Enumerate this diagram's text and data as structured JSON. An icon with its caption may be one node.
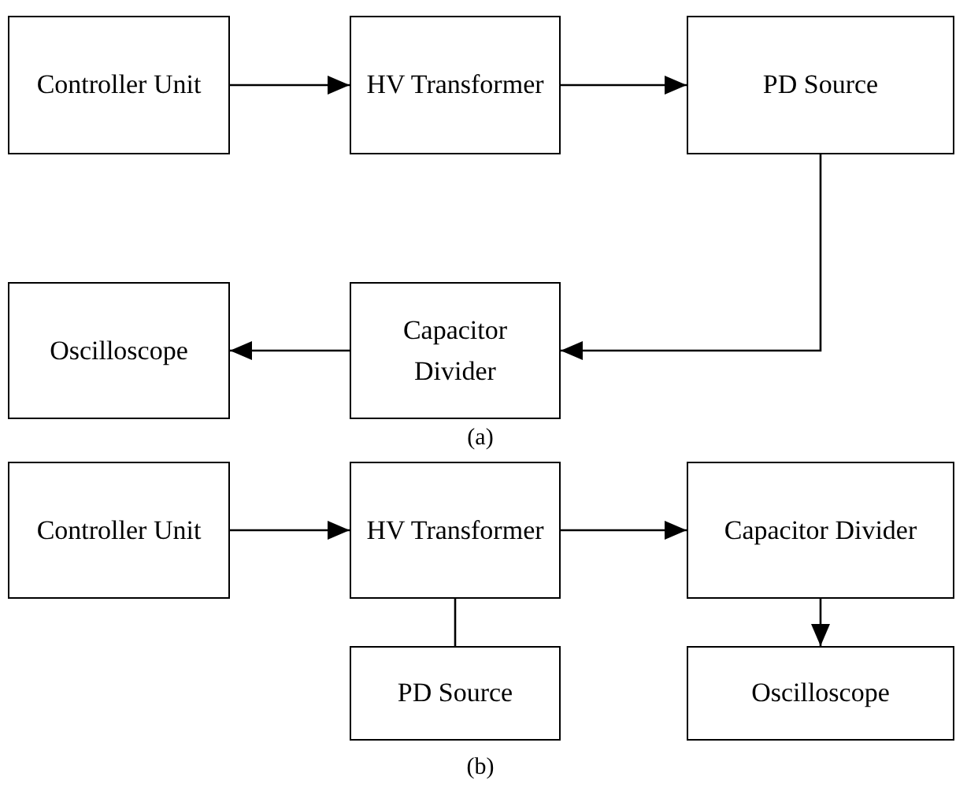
{
  "diagram": {
    "nodes": [
      {
        "text": [
          "Controller Unit"
        ]
      },
      {
        "text": [
          "HV Transformer"
        ]
      },
      {
        "text": [
          "PD Source"
        ]
      },
      {
        "text": [
          "Oscilloscope"
        ]
      },
      {
        "text": [
          "Capacitor Divider"
        ]
      },
      {
        "text": [
          "Controller Unit"
        ]
      },
      {
        "text": [
          "HV Transformer"
        ]
      },
      {
        "text": [
          "Capacitor Divider"
        ]
      },
      {
        "text": [
          "PD Source"
        ]
      },
      {
        "text": [
          "Oscilloscope"
        ]
      }
    ],
    "edges": [
      {
        "from": 0,
        "to": 1,
        "arrow": "to"
      },
      {
        "from": 1,
        "to": 2,
        "arrow": "to"
      },
      {
        "from": 2,
        "to": 4,
        "arrow": "to"
      },
      {
        "from": 4,
        "to": 3,
        "arrow": "to"
      },
      {
        "from": 5,
        "to": 6,
        "arrow": "to"
      },
      {
        "from": 6,
        "to": 7,
        "arrow": "to"
      },
      {
        "from": 6,
        "to": 8,
        "arrow": "none"
      },
      {
        "from": 7,
        "to": 9,
        "arrow": "to"
      }
    ],
    "labels": [
      "(a)",
      "(b)"
    ]
  }
}
